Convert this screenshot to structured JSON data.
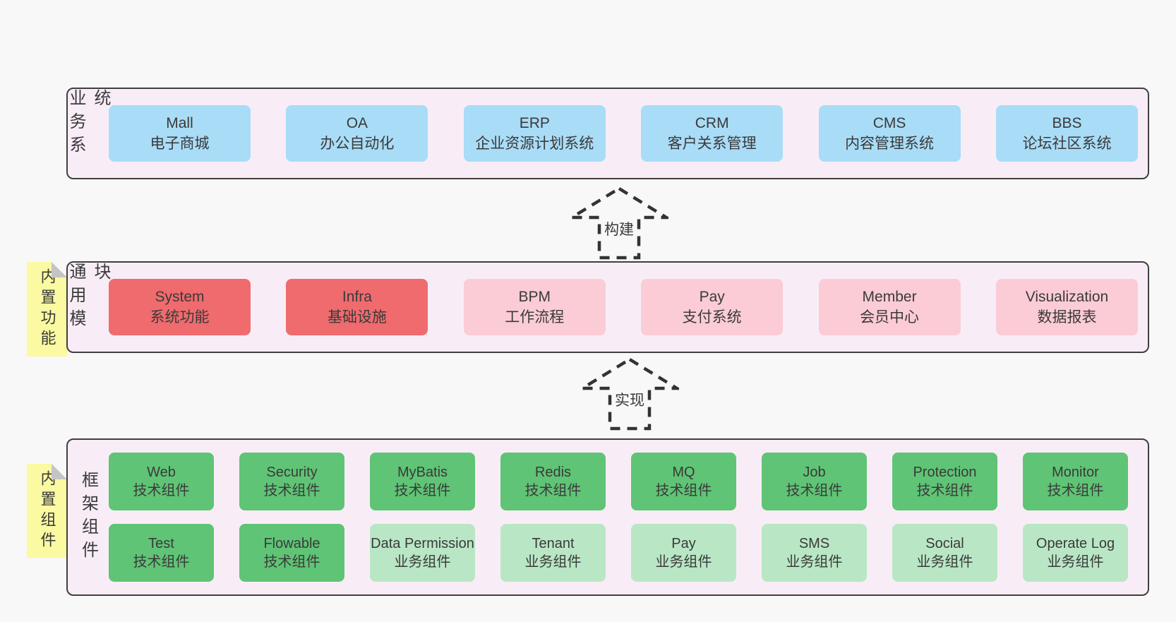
{
  "colors": {
    "page_bg": "#f8f8f8",
    "container_bg": "#f8edf6",
    "container_border": "#3f3f3f",
    "box_text": "#3a3a3a",
    "blue": "#a9dcf7",
    "red": "#ef6b6e",
    "pink": "#fbccd5",
    "green": "#5fc475",
    "light_green": "#b9e7c5",
    "yellow_note": "#fbf9a1",
    "fold_gray": "#c4c4c4",
    "arrow": "#333333"
  },
  "arrows": {
    "build": "构建",
    "implement": "实现"
  },
  "layers": {
    "business": {
      "label": "业务系统",
      "boxes": [
        {
          "name": "Mall",
          "desc": "电子商城",
          "variant": "blue"
        },
        {
          "name": "OA",
          "desc": "办公自动化",
          "variant": "blue"
        },
        {
          "name": "ERP",
          "desc": "企业资源计划系统",
          "variant": "blue"
        },
        {
          "name": "CRM",
          "desc": "客户关系管理",
          "variant": "blue"
        },
        {
          "name": "CMS",
          "desc": "内容管理系统",
          "variant": "blue"
        },
        {
          "name": "BBS",
          "desc": "论坛社区系统",
          "variant": "blue"
        }
      ]
    },
    "modules": {
      "label": "通用模块",
      "note": "内置功能",
      "boxes": [
        {
          "name": "System",
          "desc": "系统功能",
          "variant": "red"
        },
        {
          "name": "Infra",
          "desc": "基础设施",
          "variant": "red"
        },
        {
          "name": "BPM",
          "desc": "工作流程",
          "variant": "pink"
        },
        {
          "name": "Pay",
          "desc": "支付系统",
          "variant": "pink"
        },
        {
          "name": "Member",
          "desc": "会员中心",
          "variant": "pink"
        },
        {
          "name": "Visualization",
          "desc": "数据报表",
          "variant": "pink"
        }
      ]
    },
    "framework": {
      "label": "框架组件",
      "note": "内置组件",
      "row1": [
        {
          "name": "Web",
          "desc": "技术组件",
          "variant": "green"
        },
        {
          "name": "Security",
          "desc": "技术组件",
          "variant": "green"
        },
        {
          "name": "MyBatis",
          "desc": "技术组件",
          "variant": "green"
        },
        {
          "name": "Redis",
          "desc": "技术组件",
          "variant": "green"
        },
        {
          "name": "MQ",
          "desc": "技术组件",
          "variant": "green"
        },
        {
          "name": "Job",
          "desc": "技术组件",
          "variant": "green"
        },
        {
          "name": "Protection",
          "desc": "技术组件",
          "variant": "green"
        },
        {
          "name": "Monitor",
          "desc": "技术组件",
          "variant": "green"
        }
      ],
      "row2": [
        {
          "name": "Test",
          "desc": "技术组件",
          "variant": "green"
        },
        {
          "name": "Flowable",
          "desc": "技术组件",
          "variant": "green"
        },
        {
          "name": "Data Permission",
          "desc": "业务组件",
          "variant": "light_green"
        },
        {
          "name": "Tenant",
          "desc": "业务组件",
          "variant": "light_green"
        },
        {
          "name": "Pay",
          "desc": "业务组件",
          "variant": "light_green"
        },
        {
          "name": "SMS",
          "desc": "业务组件",
          "variant": "light_green"
        },
        {
          "name": "Social",
          "desc": "业务组件",
          "variant": "light_green"
        },
        {
          "name": "Operate Log",
          "desc": "业务组件",
          "variant": "light_green"
        }
      ]
    }
  }
}
